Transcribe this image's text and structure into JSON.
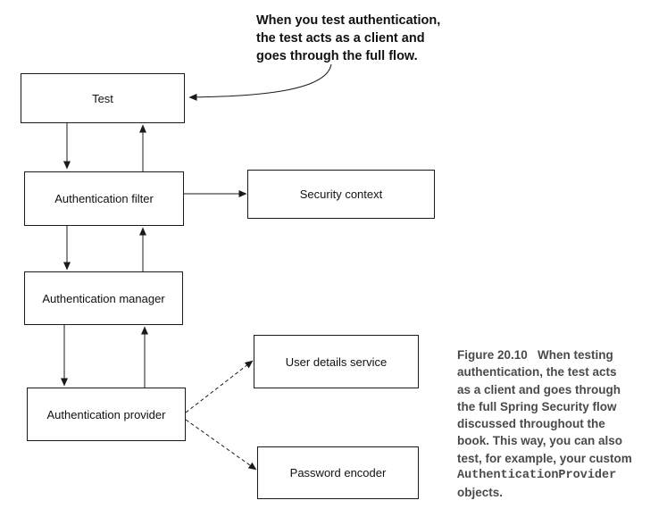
{
  "boxes": {
    "test": "Test",
    "filter": "Authentication filter",
    "context": "Security context",
    "manager": "Authentication manager",
    "provider": "Authentication provider",
    "user_details": "User details service",
    "encoder": "Password encoder"
  },
  "callout": {
    "line1": "When you test authentication,",
    "line2": "the test acts as a client and",
    "line3": "goes through the full flow."
  },
  "caption": {
    "line1": "Figure 20.10   When testing",
    "line2": "authentication, the test acts",
    "line3": "as a client and goes through",
    "line4": "the full Spring Security flow",
    "line5": "discussed throughout the",
    "line6": "book. This way, you can also",
    "line7": "test, for example, your custom",
    "line8_code": "AuthenticationProvider",
    "line9": "objects."
  }
}
